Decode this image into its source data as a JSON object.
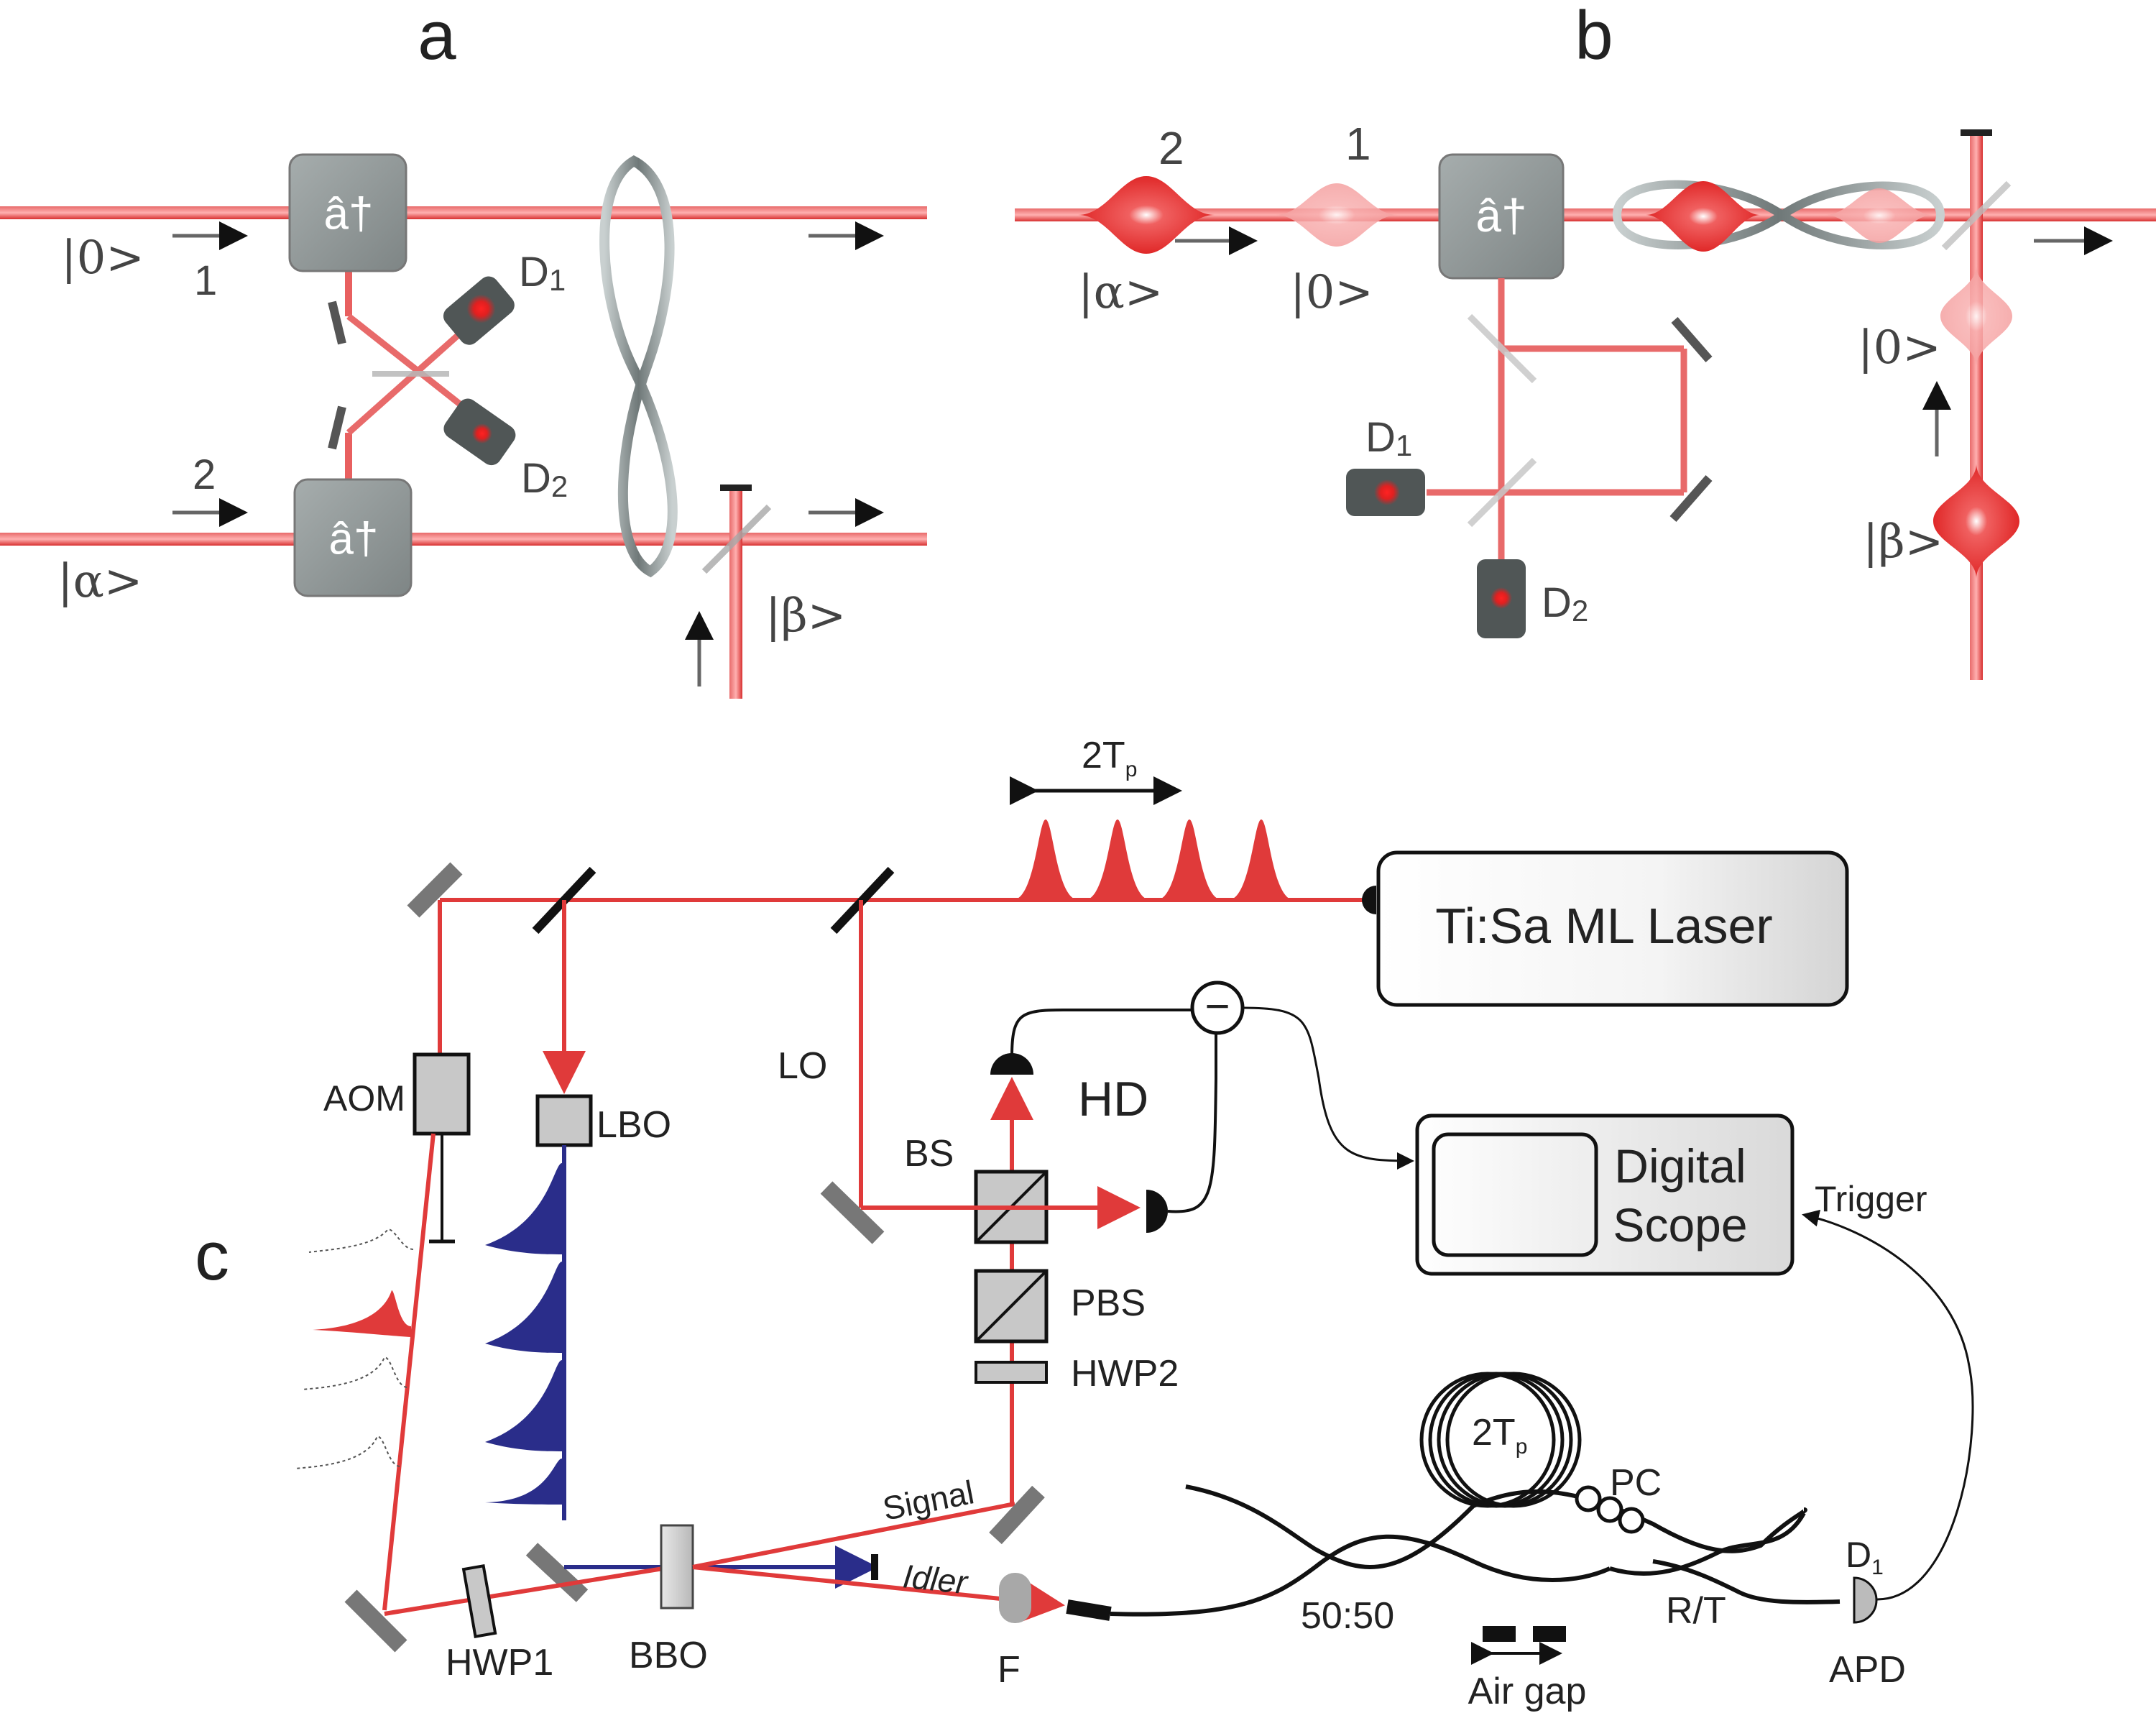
{
  "panels": {
    "a": {
      "label": "a",
      "op": "â†",
      "ket0": "|0>",
      "ketAlpha": "|α>",
      "ketBeta": "|β>",
      "num1": "1",
      "num2": "2",
      "d1": "D",
      "d1sub": "1",
      "d2": "D",
      "d2sub": "2"
    },
    "b": {
      "label": "b",
      "op": "â†",
      "ketAlpha": "|α>",
      "ket0": "|0>",
      "ket0v": "|0>",
      "ketBeta": "|β>",
      "num1": "1",
      "num2": "2",
      "d1": "D",
      "d1sub": "1",
      "d2": "D",
      "d2sub": "2"
    },
    "c": {
      "label": "c",
      "pulse_period": "2T",
      "pulse_period_sub": "p",
      "laser": "Ti:Sa ML Laser",
      "lo": "LO",
      "hd": "HD",
      "bs": "BS",
      "pbs": "PBS",
      "hwp2": "HWP2",
      "aom": "AOM",
      "lbo": "LBO",
      "signal": "Signal",
      "idler": "Idler",
      "hwp1": "HWP1",
      "bbo": "BBO",
      "filter": "F",
      "coil": "2T",
      "coil_sub": "p",
      "pc": "PC",
      "ratio": "50:50",
      "air_gap": "Air gap",
      "rt": "R/T",
      "apd": "APD",
      "d1": "D",
      "d1sub": "1",
      "scope_line1": "Digital",
      "scope_line2": "Scope",
      "trigger": "Trigger",
      "minus": "−"
    }
  },
  "colors": {
    "beam_red": "#e03a3a",
    "beam_blue": "#2a2d8a",
    "module_gray": "#8e9494",
    "dark": "#111111"
  }
}
